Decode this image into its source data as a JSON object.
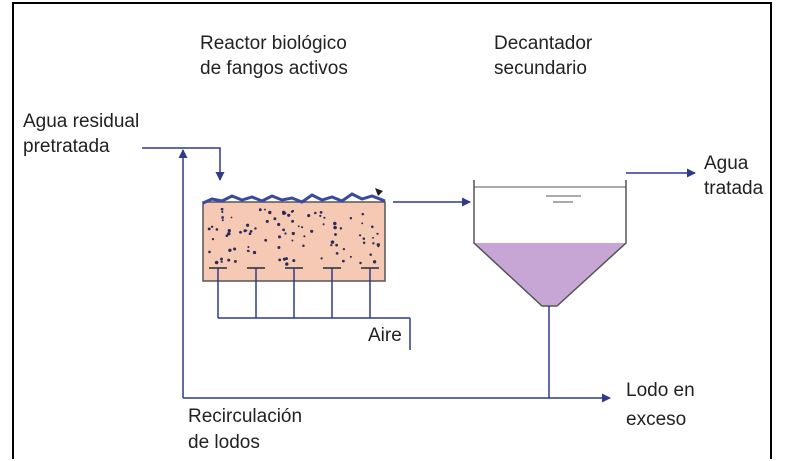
{
  "labels": {
    "reactor_line1": "Reactor biológico",
    "reactor_line2": "de fangos activos",
    "decanter_line1": "Decantador",
    "decanter_line2": "secundario",
    "input_line1": "Agua residual",
    "input_line2": "pretratada",
    "output_line1": "Agua",
    "output_line2": "tratada",
    "air": "Aire",
    "excess_line1": "Lodo en",
    "excess_line2": "exceso",
    "recirc_line1": "Recirculación",
    "recirc_line2": "de lodos"
  },
  "colors": {
    "line": "#2f3a8a",
    "reactor_fill": "#f6c9b4",
    "sludge_fill": "#c7a6d6",
    "dots": "#2b2b5a"
  }
}
